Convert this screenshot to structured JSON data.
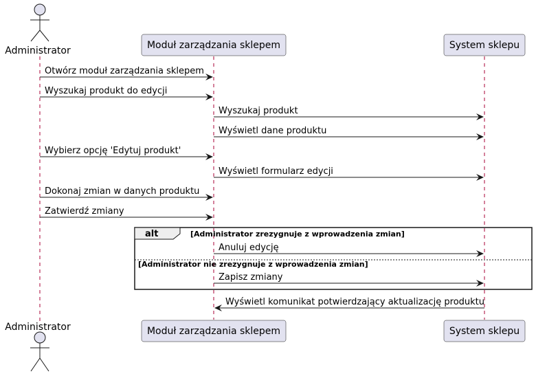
{
  "participants": {
    "actor": "Administrator",
    "module": "Moduł zarządzania sklepem",
    "system": "System sklepu"
  },
  "messages": [
    "Otwórz moduł zarządzania sklepem",
    "Wyszukaj produkt do edycji",
    "Wyszukaj produkt",
    "Wyświetl dane produktu",
    "Wybierz opcję 'Edytuj produkt'",
    "Wyświetl formularz edycji",
    "Dokonaj zmian w danych produktu",
    "Zatwierdź zmiany",
    "Anuluj edycję",
    "Zapisz zmiany",
    "Wyświetl komunikat potwierdzający aktualizację produktu"
  ],
  "alt": {
    "keyword": "alt",
    "condition1": "[Administrator zrezygnuje z wprowadzenia zmian]",
    "condition2": "[Administrator nie zrezygnuje z wprowadzenia zmian]"
  },
  "colors": {
    "participant_fill": "#e2e2f0",
    "lifeline": "#a80036",
    "line": "#181818"
  }
}
